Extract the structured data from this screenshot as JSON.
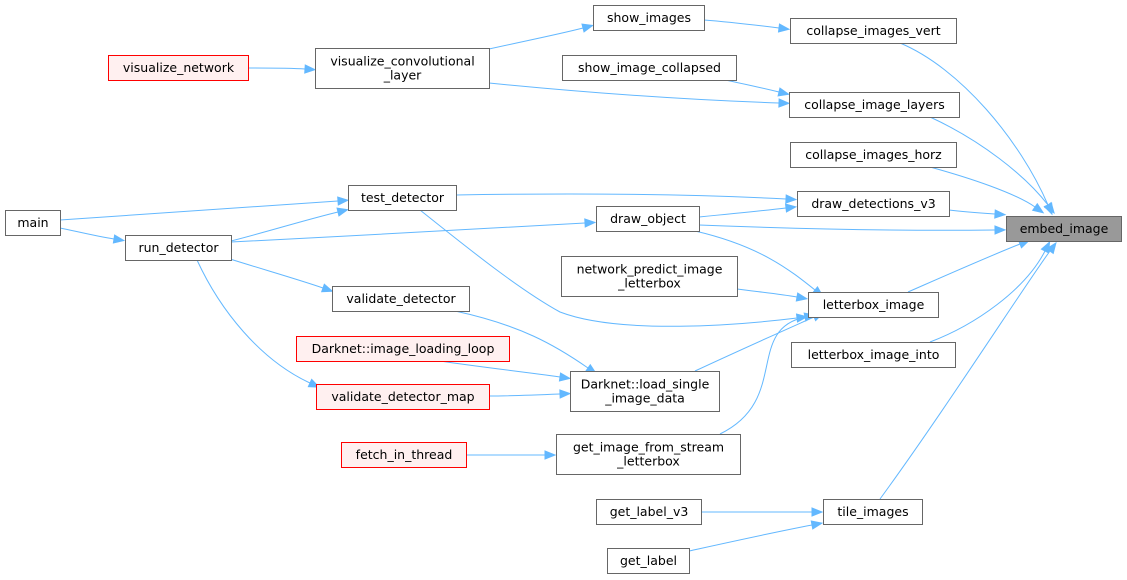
{
  "colors": {
    "edge": "#63b8ff",
    "node_fill": "#ffffff",
    "node_stroke": "#666666",
    "truncated_fill": "#fff0f0",
    "truncated_stroke": "#ff0000",
    "root_fill": "#999999",
    "root_stroke": "#666666"
  },
  "graph": {
    "root": "embed_image",
    "nodes": [
      {
        "id": "embed_image",
        "lines": [
          "embed_image"
        ],
        "style": "root"
      },
      {
        "id": "collapse_images_vert",
        "lines": [
          "collapse_images_vert"
        ],
        "style": "normal"
      },
      {
        "id": "collapse_image_layers",
        "lines": [
          "collapse_image_layers"
        ],
        "style": "normal"
      },
      {
        "id": "collapse_images_horz",
        "lines": [
          "collapse_images_horz"
        ],
        "style": "normal"
      },
      {
        "id": "draw_detections_v3",
        "lines": [
          "draw_detections_v3"
        ],
        "style": "normal"
      },
      {
        "id": "letterbox_image",
        "lines": [
          "letterbox_image"
        ],
        "style": "normal"
      },
      {
        "id": "letterbox_image_into",
        "lines": [
          "letterbox_image_into"
        ],
        "style": "normal"
      },
      {
        "id": "tile_images",
        "lines": [
          "tile_images"
        ],
        "style": "normal"
      },
      {
        "id": "show_images",
        "lines": [
          "show_images"
        ],
        "style": "normal"
      },
      {
        "id": "show_image_collapsed",
        "lines": [
          "show_image_collapsed"
        ],
        "style": "normal"
      },
      {
        "id": "visualize_convolutional_layer",
        "lines": [
          "visualize_convolutional",
          "_layer"
        ],
        "style": "normal"
      },
      {
        "id": "visualize_network",
        "lines": [
          "visualize_network"
        ],
        "style": "truncated"
      },
      {
        "id": "test_detector",
        "lines": [
          "test_detector"
        ],
        "style": "normal"
      },
      {
        "id": "draw_object",
        "lines": [
          "draw_object"
        ],
        "style": "normal"
      },
      {
        "id": "main",
        "lines": [
          "main"
        ],
        "style": "normal"
      },
      {
        "id": "run_detector",
        "lines": [
          "run_detector"
        ],
        "style": "normal"
      },
      {
        "id": "network_predict_image_letterbox",
        "lines": [
          "network_predict_image",
          "_letterbox"
        ],
        "style": "normal"
      },
      {
        "id": "validate_detector",
        "lines": [
          "validate_detector"
        ],
        "style": "normal"
      },
      {
        "id": "image_loading_loop",
        "lines": [
          "Darknet::image_loading_loop"
        ],
        "style": "truncated"
      },
      {
        "id": "validate_detector_map",
        "lines": [
          "validate_detector_map"
        ],
        "style": "truncated"
      },
      {
        "id": "load_single_image_data",
        "lines": [
          "Darknet::load_single",
          "_image_data"
        ],
        "style": "normal"
      },
      {
        "id": "fetch_in_thread",
        "lines": [
          "fetch_in_thread"
        ],
        "style": "truncated"
      },
      {
        "id": "get_image_from_stream_letterbox",
        "lines": [
          "get_image_from_stream",
          "_letterbox"
        ],
        "style": "normal"
      },
      {
        "id": "get_label_v3",
        "lines": [
          "get_label_v3"
        ],
        "style": "normal"
      },
      {
        "id": "get_label",
        "lines": [
          "get_label"
        ],
        "style": "normal"
      }
    ],
    "edges": [
      {
        "from": "collapse_images_vert",
        "to": "embed_image"
      },
      {
        "from": "collapse_image_layers",
        "to": "embed_image"
      },
      {
        "from": "collapse_images_horz",
        "to": "embed_image"
      },
      {
        "from": "draw_detections_v3",
        "to": "embed_image"
      },
      {
        "from": "draw_object",
        "to": "embed_image"
      },
      {
        "from": "letterbox_image",
        "to": "embed_image"
      },
      {
        "from": "letterbox_image_into",
        "to": "embed_image"
      },
      {
        "from": "tile_images",
        "to": "embed_image"
      },
      {
        "from": "show_images",
        "to": "collapse_images_vert"
      },
      {
        "from": "show_image_collapsed",
        "to": "collapse_image_layers"
      },
      {
        "from": "visualize_convolutional_layer",
        "to": "collapse_image_layers"
      },
      {
        "from": "visualize_convolutional_layer",
        "to": "show_images"
      },
      {
        "from": "visualize_network",
        "to": "visualize_convolutional_layer"
      },
      {
        "from": "test_detector",
        "to": "draw_detections_v3"
      },
      {
        "from": "draw_object",
        "to": "draw_detections_v3"
      },
      {
        "from": "main",
        "to": "test_detector"
      },
      {
        "from": "run_detector",
        "to": "test_detector"
      },
      {
        "from": "main",
        "to": "run_detector"
      },
      {
        "from": "run_detector",
        "to": "draw_object"
      },
      {
        "from": "draw_object",
        "to": "letterbox_image"
      },
      {
        "from": "network_predict_image_letterbox",
        "to": "letterbox_image"
      },
      {
        "from": "test_detector",
        "to": "letterbox_image"
      },
      {
        "from": "load_single_image_data",
        "to": "letterbox_image"
      },
      {
        "from": "get_image_from_stream_letterbox",
        "to": "letterbox_image"
      },
      {
        "from": "run_detector",
        "to": "validate_detector"
      },
      {
        "from": "run_detector",
        "to": "validate_detector_map"
      },
      {
        "from": "validate_detector",
        "to": "load_single_image_data"
      },
      {
        "from": "image_loading_loop",
        "to": "load_single_image_data"
      },
      {
        "from": "validate_detector_map",
        "to": "load_single_image_data"
      },
      {
        "from": "fetch_in_thread",
        "to": "get_image_from_stream_letterbox"
      },
      {
        "from": "get_label_v3",
        "to": "tile_images"
      },
      {
        "from": "get_label",
        "to": "tile_images"
      }
    ]
  }
}
